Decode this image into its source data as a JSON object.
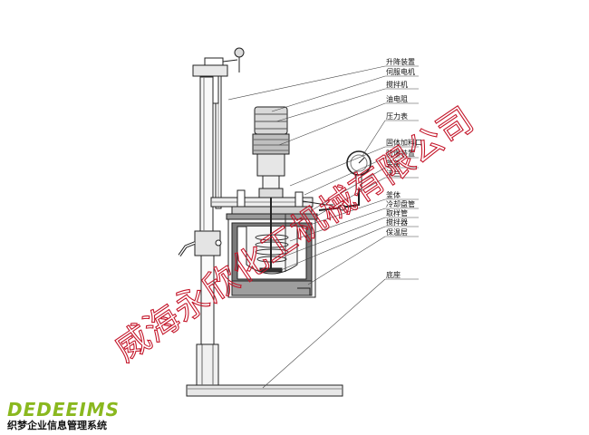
{
  "diagram": {
    "labels": [
      "升降装置",
      "伺服电机",
      "搅拌机",
      "油电阻",
      "压力表",
      "固体加料口",
      "防爆装置",
      "釜盖",
      "法兰",
      "釜体",
      "冷却盘管",
      "取样管",
      "搅拌器",
      "保温层",
      "底座"
    ]
  },
  "watermark": {
    "text": "威海永欣化工机械有限公司",
    "color": "#c4162a"
  },
  "logo": {
    "brand": "DEDEEIMS",
    "subtitle": "织梦企业信息管理系统",
    "color": "#8ab81f"
  }
}
